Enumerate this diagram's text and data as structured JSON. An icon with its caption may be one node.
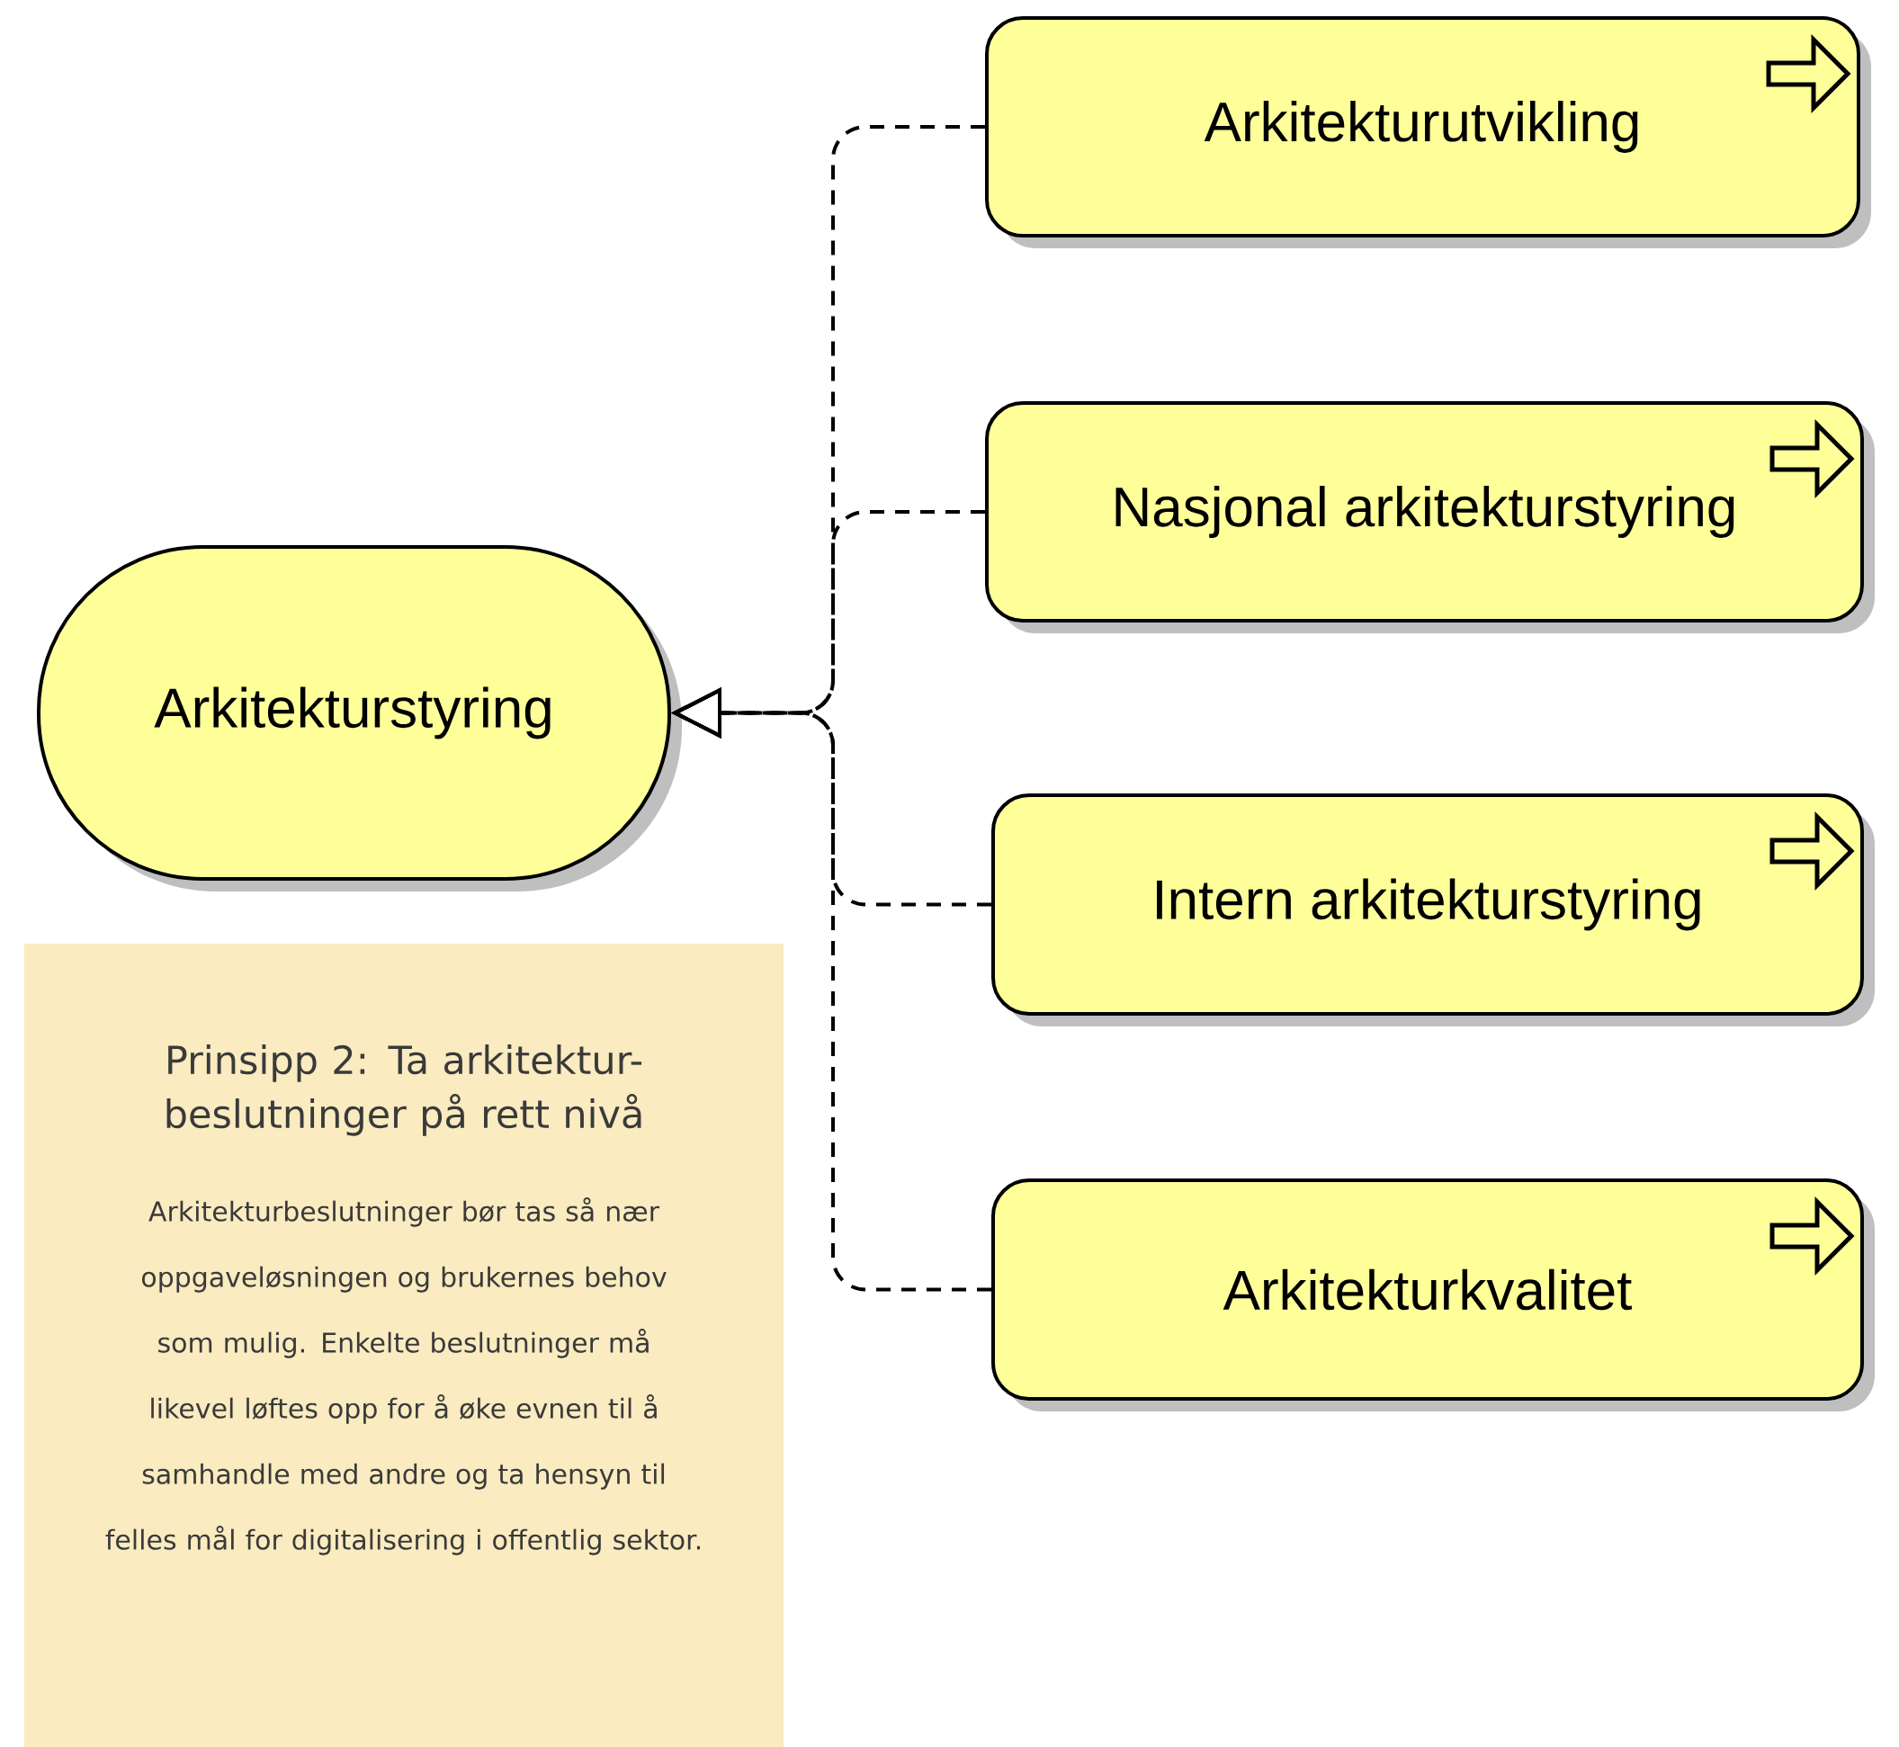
{
  "diagram": {
    "nodes": [
      {
        "text": [
          "Arkitekturstyring"
        ]
      },
      {
        "text": [
          "Arkitekturutvikling"
        ]
      },
      {
        "text": [
          "Nasjonal arkitekturstyring"
        ]
      },
      {
        "text": [
          "Intern arkitekturstyring"
        ]
      },
      {
        "text": [
          "Arkitekturkvalitet"
        ]
      },
      {
        "text": [
          "Prinsipp 2: Ta arkitektur-beslutninger på rett nivå",
          "Arkitekturbeslutninger bør tas så nær oppgaveløsningen og brukernes behov som mulig. Enkelte beslutninger må likevel løftes opp for å øke evnen til å samhandle med andre og ta hensyn til felles mål for digitalisering i offentlig sektor."
        ]
      }
    ],
    "edges": [
      {
        "from": 1,
        "to": 0,
        "arrow": "to",
        "style": "dashed"
      },
      {
        "from": 2,
        "to": 0,
        "arrow": "to",
        "style": "dashed"
      },
      {
        "from": 3,
        "to": 0,
        "arrow": "to",
        "style": "dashed"
      },
      {
        "from": 4,
        "to": 0,
        "arrow": "to",
        "style": "dashed"
      }
    ]
  }
}
